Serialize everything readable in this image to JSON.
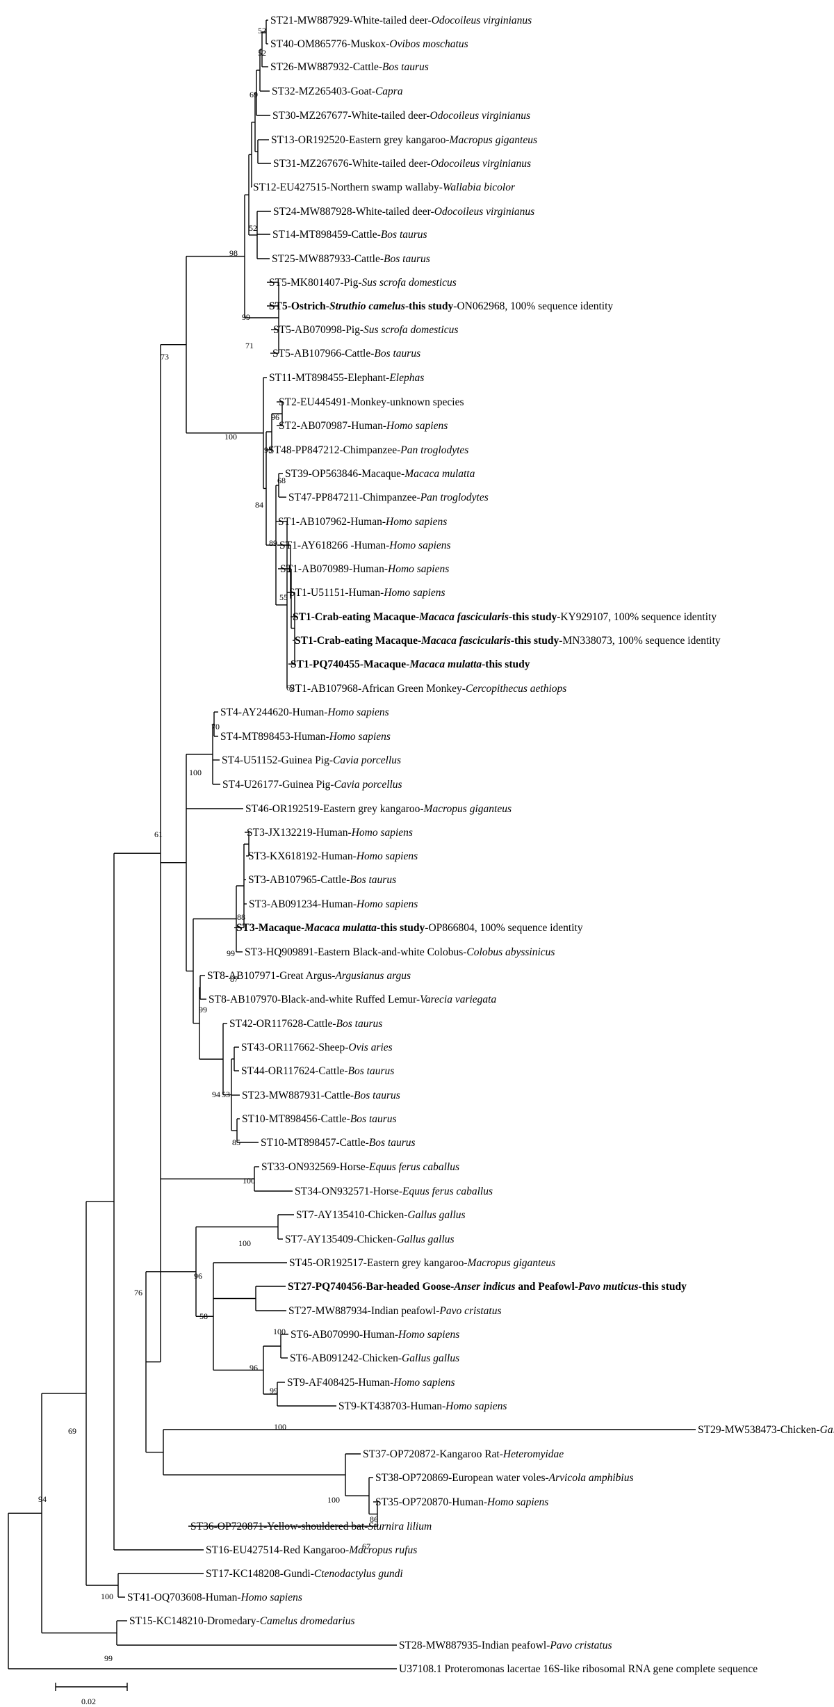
{
  "tips": [
    [
      {
        "t": "ST21-MW887929-White-tailed deer-"
      },
      {
        "t": "Odocoileus virginianus",
        "i": true
      }
    ],
    [
      {
        "t": "ST40-OM865776-Muskox-"
      },
      {
        "t": "Ovibos moschatus",
        "i": true
      }
    ],
    [
      {
        "t": "ST26-MW887932-Cattle-"
      },
      {
        "t": "Bos taurus",
        "i": true
      }
    ],
    [
      {
        "t": "ST32-MZ265403-Goat-"
      },
      {
        "t": "Capra",
        "i": true
      }
    ],
    [
      {
        "t": "ST30-MZ267677-White-tailed deer-"
      },
      {
        "t": "Odocoileus virginianus",
        "i": true
      }
    ],
    [
      {
        "t": "ST13-OR192520-Eastern grey kangaroo-"
      },
      {
        "t": "Macropus giganteus",
        "i": true
      }
    ],
    [
      {
        "t": "ST31-MZ267676-White-tailed deer-"
      },
      {
        "t": "Odocoileus virginianus",
        "i": true
      }
    ],
    [
      {
        "t": "ST12-EU427515-Northern swamp wallaby-"
      },
      {
        "t": "Wallabia bicolor",
        "i": true
      }
    ],
    [
      {
        "t": "ST24-MW887928-White-tailed deer-"
      },
      {
        "t": "Odocoileus virginianus",
        "i": true
      }
    ],
    [
      {
        "t": "ST14-MT898459-Cattle-"
      },
      {
        "t": "Bos taurus",
        "i": true
      }
    ],
    [
      {
        "t": "ST25-MW887933-Cattle-"
      },
      {
        "t": "Bos taurus",
        "i": true
      }
    ],
    [
      {
        "t": "ST5-MK801407-Pig-"
      },
      {
        "t": "Sus scrofa domesticus",
        "i": true
      }
    ],
    [
      {
        "t": "ST5-Ostrich-",
        "b": true
      },
      {
        "t": "Struthio camelus",
        "b": true,
        "i": true
      },
      {
        "t": "-this study",
        "b": true
      },
      {
        "t": "-ON062968, 100% sequence identity"
      }
    ],
    [
      {
        "t": "ST5-AB070998-Pig-"
      },
      {
        "t": "Sus scrofa domesticus",
        "i": true
      }
    ],
    [
      {
        "t": "ST5-AB107966-Cattle-"
      },
      {
        "t": "Bos taurus",
        "i": true
      }
    ],
    [
      {
        "t": "ST11-MT898455-Elephant-"
      },
      {
        "t": "Elephas",
        "i": true
      }
    ],
    [
      {
        "t": "ST2-EU445491-Monkey-unknown species"
      }
    ],
    [
      {
        "t": "ST2-AB070987-Human-"
      },
      {
        "t": "Homo sapiens",
        "i": true
      }
    ],
    [
      {
        "t": "ST48-PP847212-Chimpanzee-"
      },
      {
        "t": "Pan troglodytes",
        "i": true
      }
    ],
    [
      {
        "t": "ST39-OP563846-Macaque-"
      },
      {
        "t": "Macaca mulatta",
        "i": true
      }
    ],
    [
      {
        "t": "ST47-PP847211-Chimpanzee-"
      },
      {
        "t": "Pan troglodytes",
        "i": true
      }
    ],
    [
      {
        "t": "ST1-AB107962-Human-"
      },
      {
        "t": "Homo sapiens",
        "i": true
      }
    ],
    [
      {
        "t": "ST1-AY618266 -Human-"
      },
      {
        "t": "Homo sapiens",
        "i": true
      }
    ],
    [
      {
        "t": "ST1-AB070989-Human-"
      },
      {
        "t": "Homo sapiens",
        "i": true
      }
    ],
    [
      {
        "t": "ST1-U51151-Human-"
      },
      {
        "t": "Homo sapiens",
        "i": true
      }
    ],
    [
      {
        "t": "ST1-Crab-eating Macaque-",
        "b": true
      },
      {
        "t": "Macaca fascicularis",
        "b": true,
        "i": true
      },
      {
        "t": "-this study",
        "b": true
      },
      {
        "t": "-KY929107, 100% sequence identity"
      }
    ],
    [
      {
        "t": "ST1-Crab-eating Macaque-",
        "b": true
      },
      {
        "t": "Macaca fascicularis",
        "b": true,
        "i": true
      },
      {
        "t": "-this study",
        "b": true
      },
      {
        "t": "-MN338073, 100% sequence identity"
      }
    ],
    [
      {
        "t": "ST1-PQ740455-Macaque-",
        "b": true
      },
      {
        "t": "Macaca mulatta",
        "b": true,
        "i": true
      },
      {
        "t": "-this study",
        "b": true
      }
    ],
    [
      {
        "t": "ST1-AB107968-African Green Monkey-"
      },
      {
        "t": "Cercopithecus aethiops",
        "i": true
      }
    ],
    [
      {
        "t": "ST4-AY244620-Human-"
      },
      {
        "t": "Homo sapiens",
        "i": true
      }
    ],
    [
      {
        "t": "ST4-MT898453-Human-"
      },
      {
        "t": "Homo sapiens",
        "i": true
      }
    ],
    [
      {
        "t": "ST4-U51152-Guinea Pig-"
      },
      {
        "t": "Cavia porcellus",
        "i": true
      }
    ],
    [
      {
        "t": "ST4-U26177-Guinea Pig-"
      },
      {
        "t": "Cavia porcellus",
        "i": true
      }
    ],
    [
      {
        "t": "ST46-OR192519-Eastern grey kangaroo-"
      },
      {
        "t": "Macropus giganteus",
        "i": true
      }
    ],
    [
      {
        "t": "ST3-JX132219-Human-"
      },
      {
        "t": "Homo sapiens",
        "i": true
      }
    ],
    [
      {
        "t": "ST3-KX618192-Human-"
      },
      {
        "t": "Homo sapiens",
        "i": true
      }
    ],
    [
      {
        "t": "ST3-AB107965-Cattle-"
      },
      {
        "t": "Bos taurus",
        "i": true
      }
    ],
    [
      {
        "t": "ST3-AB091234-Human-"
      },
      {
        "t": "Homo sapiens",
        "i": true
      }
    ],
    [
      {
        "t": "ST3-Macaque-",
        "b": true
      },
      {
        "t": "Macaca mulatta",
        "b": true,
        "i": true
      },
      {
        "t": "-this study",
        "b": true
      },
      {
        "t": "-OP866804, 100% sequence identity"
      }
    ],
    [
      {
        "t": "ST3-HQ909891-Eastern Black-and-white Colobus-"
      },
      {
        "t": "Colobus abyssinicus",
        "i": true
      }
    ],
    [
      {
        "t": "ST8-AB107971-Great Argus-"
      },
      {
        "t": "Argusianus argus",
        "i": true
      }
    ],
    [
      {
        "t": "ST8-AB107970-Black-and-white Ruffed Lemur-"
      },
      {
        "t": "Varecia variegata",
        "i": true
      }
    ],
    [
      {
        "t": "ST42-OR117628-Cattle-"
      },
      {
        "t": "Bos taurus",
        "i": true
      }
    ],
    [
      {
        "t": "ST43-OR117662-Sheep-"
      },
      {
        "t": "Ovis aries",
        "i": true
      }
    ],
    [
      {
        "t": "ST44-OR117624-Cattle-"
      },
      {
        "t": "Bos taurus",
        "i": true
      }
    ],
    [
      {
        "t": "ST23-MW887931-Cattle-"
      },
      {
        "t": "Bos taurus",
        "i": true
      }
    ],
    [
      {
        "t": "ST10-MT898456-Cattle-"
      },
      {
        "t": "Bos taurus",
        "i": true
      }
    ],
    [
      {
        "t": "ST10-MT898457-Cattle-"
      },
      {
        "t": "Bos taurus",
        "i": true
      }
    ],
    [
      {
        "t": "ST33-ON932569-Horse-"
      },
      {
        "t": "Equus ferus caballus",
        "i": true
      }
    ],
    [
      {
        "t": "ST34-ON932571-Horse-"
      },
      {
        "t": "Equus ferus caballus",
        "i": true
      }
    ],
    [
      {
        "t": "ST7-AY135410-Chicken-"
      },
      {
        "t": "Gallus gallus",
        "i": true
      }
    ],
    [
      {
        "t": "ST7-AY135409-Chicken-"
      },
      {
        "t": "Gallus gallus",
        "i": true
      }
    ],
    [
      {
        "t": "ST45-OR192517-Eastern grey kangaroo-"
      },
      {
        "t": "Macropus giganteus",
        "i": true
      }
    ],
    [
      {
        "t": "ST27-PQ740456-Bar-headed Goose-",
        "b": true
      },
      {
        "t": "Anser indicus",
        "b": true,
        "i": true
      },
      {
        "t": " and Peafowl-",
        "b": true
      },
      {
        "t": "Pavo muticus",
        "b": true,
        "i": true
      },
      {
        "t": "-this study",
        "b": true
      }
    ],
    [
      {
        "t": "ST27-MW887934-Indian peafowl-"
      },
      {
        "t": "Pavo cristatus",
        "i": true
      }
    ],
    [
      {
        "t": "ST6-AB070990-Human-"
      },
      {
        "t": "Homo sapiens",
        "i": true
      }
    ],
    [
      {
        "t": "ST6-AB091242-Chicken-"
      },
      {
        "t": "Gallus gallus",
        "i": true
      }
    ],
    [
      {
        "t": "ST9-AF408425-Human-"
      },
      {
        "t": "Homo sapiens",
        "i": true
      }
    ],
    [
      {
        "t": "ST9-KT438703-Human-"
      },
      {
        "t": "Homo sapiens",
        "i": true
      }
    ],
    [
      {
        "t": "ST29-MW538473-Chicken-"
      },
      {
        "t": "Gallus gallus",
        "i": true
      }
    ],
    [
      {
        "t": "ST37-OP720872-Kangaroo Rat-"
      },
      {
        "t": "Heteromyidae",
        "i": true
      }
    ],
    [
      {
        "t": "ST38-OP720869-European water voles-"
      },
      {
        "t": "Arvicola amphibius",
        "i": true
      }
    ],
    [
      {
        "t": "ST35-OP720870-Human-"
      },
      {
        "t": "Homo sapiens",
        "i": true
      }
    ],
    [
      {
        "t": "ST36-OP720871-Yellow-shouldered bat-"
      },
      {
        "t": "Sturnira lilium",
        "i": true
      }
    ],
    [
      {
        "t": "ST16-EU427514-Red Kangaroo-"
      },
      {
        "t": "Macropus rufus",
        "i": true
      }
    ],
    [
      {
        "t": "ST17-KC148208-Gundi-"
      },
      {
        "t": "Ctenodactylus gundi",
        "i": true
      }
    ],
    [
      {
        "t": "ST41-OQ703608-Human-"
      },
      {
        "t": "Homo sapiens",
        "i": true
      }
    ],
    [
      {
        "t": "ST15-KC148210-Dromedary-"
      },
      {
        "t": "Camelus dromedarius",
        "i": true
      }
    ],
    [
      {
        "t": "ST28-MW887935-Indian peafowl-"
      },
      {
        "t": "Pavo cristatus",
        "i": true
      }
    ],
    [
      {
        "t": "U37108.1 Proteromonas lacertae 16S-like ribosomal RNA gene complete sequence"
      }
    ]
  ],
  "bootstrap": [
    "52",
    "52",
    "69",
    "52",
    "98",
    "99",
    "71",
    "73",
    "100",
    "96",
    "95",
    "84",
    "68",
    "89",
    "55",
    "62",
    "70",
    "100",
    "61",
    "88",
    "99",
    "87",
    "99",
    "94",
    "53",
    "85",
    "100",
    "100",
    "96",
    "58",
    "100",
    "96",
    "99",
    "100",
    "76",
    "100",
    "86",
    "67",
    "69",
    "100",
    "94",
    "99"
  ],
  "scale_bar": {
    "value": 0.02,
    "label": "0.02"
  }
}
